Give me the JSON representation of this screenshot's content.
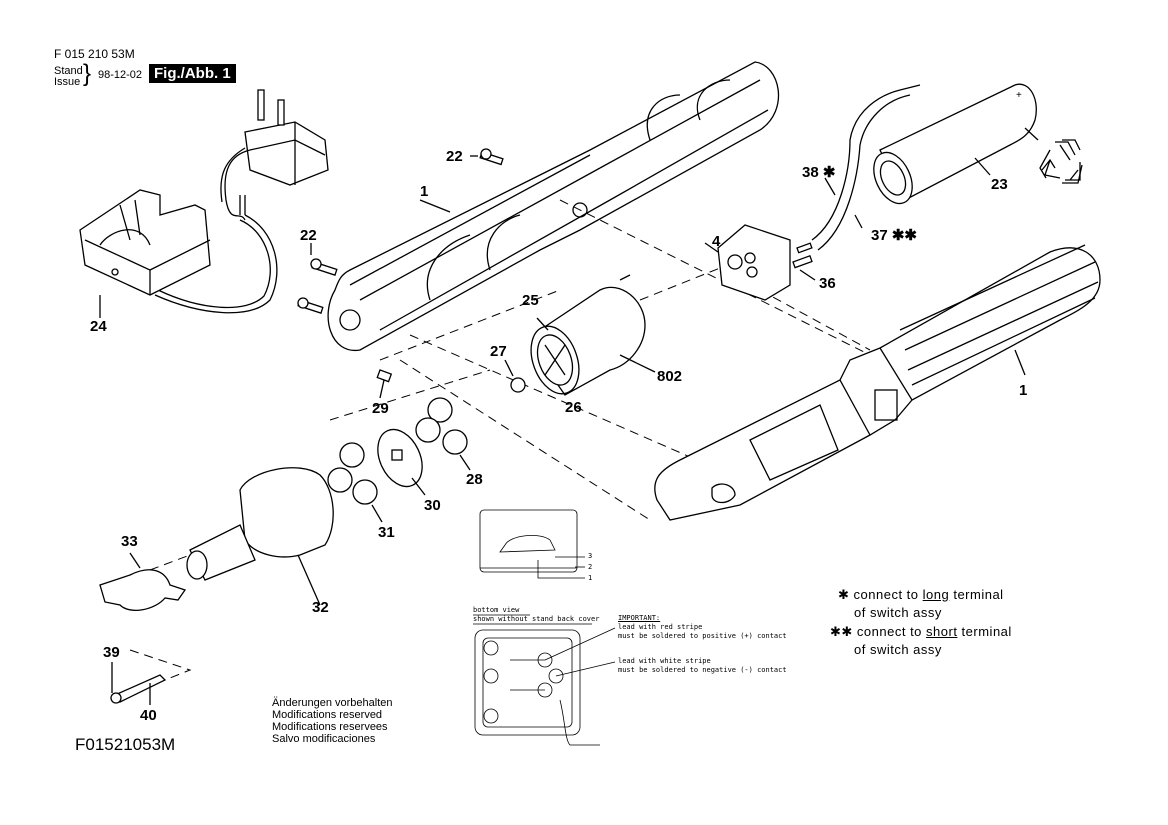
{
  "header": {
    "drawing_number": "F 015 210 53M",
    "stand_label": "Stand",
    "issue_label": "Issue",
    "date": "98-12-02",
    "figure_badge": "Fig./Abb. 1"
  },
  "parts": {
    "p1_housing_half": "1",
    "p1_housing_full": "1",
    "p4": "4",
    "p22_top": "22",
    "p22_left": "22",
    "p23": "23",
    "p24": "24",
    "p25": "25",
    "p26": "26",
    "p27": "27",
    "p28": "28",
    "p29": "29",
    "p30": "30",
    "p31": "31",
    "p32": "32",
    "p33": "33",
    "p36": "36",
    "p37": "37 ✱✱",
    "p38": "38 ✱",
    "p39": "39",
    "p40": "40",
    "p802": "802"
  },
  "inset_side": {
    "callout_3": "3",
    "callout_2": "2",
    "callout_1": "1"
  },
  "inset_bottom": {
    "title_line1": "bottom view",
    "title_line2": "shown without stand back cover",
    "important": "IMPORTANT:",
    "red_line1": "lead with red stripe",
    "red_line2": "must be soldered to positive (+) contact",
    "white_line1": "lead with white stripe",
    "white_line2": "must be soldered to negative (-) contact"
  },
  "legend": {
    "single_star": "✱",
    "single_pre": "connect to ",
    "single_emph": "long",
    "single_post": " terminal",
    "single_line2": "of switch assy",
    "double_star": "✱✱",
    "double_pre": "connect to ",
    "double_emph": "short",
    "double_post": " terminal",
    "double_line2": "of switch assy"
  },
  "footer": {
    "modifications": [
      "Änderungen vorbehalten",
      "Modifications reserved",
      "Modifications reservees",
      "Salvo modificaciones"
    ],
    "drawing_code": "F01521053M"
  },
  "icons": {
    "recycle": "recycle-icon"
  }
}
